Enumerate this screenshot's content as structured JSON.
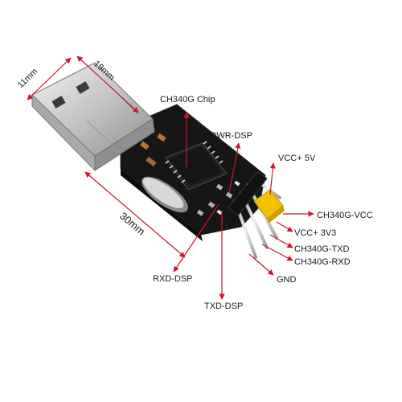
{
  "dimensions": {
    "width_label": "11mm",
    "connector_label": "19mm",
    "length_label": "30mm"
  },
  "labels": {
    "chip": "CH340G Chip",
    "pwr_dsp": "PWR-DSP",
    "vcc_5v": "VCC+ 5V",
    "ch340g_vcc": "CH340G-VCC",
    "vcc_3v3": "VCC+ 3V3",
    "ch340g_txd": "CH340G-TXD",
    "ch340g_rxd": "CH340G-RXD",
    "gnd": "GND",
    "rxd_dsp": "RXD-DSP",
    "txd_dsp": "TXD-DSP"
  },
  "colors": {
    "arrow": "#d4132b",
    "board": "#161616",
    "jumper": "#f2c200",
    "metal": "#c9c9c9"
  }
}
